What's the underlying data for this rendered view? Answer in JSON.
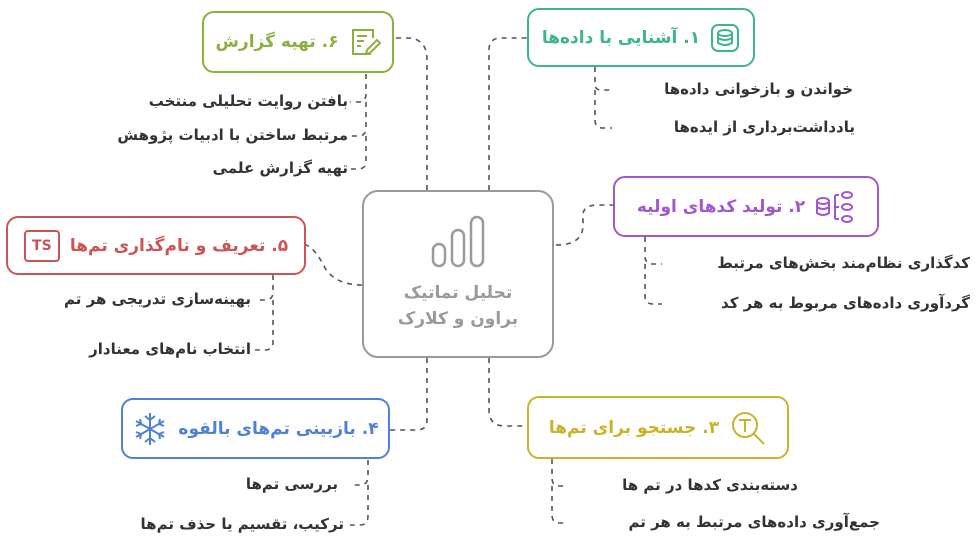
{
  "center": {
    "line1": "تحلیل تماتیک",
    "line2": "براون و کلارک"
  },
  "steps": [
    {
      "title": "۱. آشنایی با داده‌ها",
      "color": "#3fb58a",
      "items": [
        "خواندن و بازخوانی داده‌ها",
        "یادداشت‌برداری از ایده‌ها"
      ],
      "icon": "database-icon"
    },
    {
      "title": "۲. تولید کدهای اولیه",
      "color": "#a157cf",
      "items": [
        "کدگذاری نظام‌مند بخش‌های مرتبط",
        "گردآوری داده‌های مربوط به هر کد"
      ],
      "icon": "database-tree-icon"
    },
    {
      "title": "۳. جستجو برای تم‌ها",
      "color": "#c9b32a",
      "items": [
        "دسته‌بندی کدها در تم ها",
        "جمع‌آوری داده‌های مرتبط به هر تم"
      ],
      "icon": "text-search-icon"
    },
    {
      "title": "۴. بازبینی تم‌های بالقوه",
      "color": "#4f82d4",
      "items": [
        "بررسی تم‌ها",
        "ترکیب، تقسیم یا حذف تم‌ها"
      ],
      "icon": "snowflake-icon"
    },
    {
      "title": "۵. تعریف و نام‌گذاری تم‌ها",
      "color": "#cc5454",
      "items": [
        "بهینه‌سازی تدریجی هر تم",
        "انتخاب نام‌های معنادار"
      ],
      "icon": "ts-icon",
      "icon_text": "TS"
    },
    {
      "title": "۶. تهیه گزارش",
      "color": "#8cb03f",
      "items": [
        "بافتن روایت تحلیلی منتخب",
        "مرتبط ساختن با ادبیات پژوهش",
        "تهیه گزارش علمی"
      ],
      "icon": "report-edit-icon"
    }
  ]
}
